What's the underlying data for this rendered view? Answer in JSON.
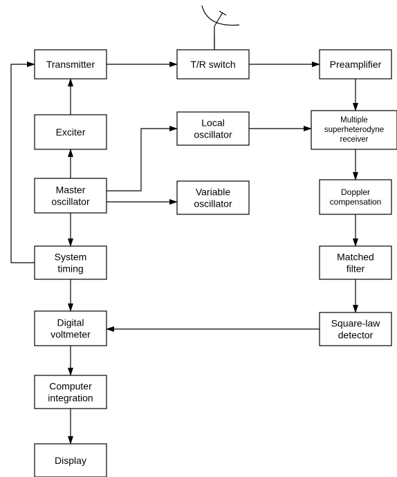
{
  "diagram": {
    "nodes": [
      {
        "id": "transmitter",
        "lines": [
          "Transmitter"
        ]
      },
      {
        "id": "tr-switch",
        "lines": [
          "T/R switch"
        ]
      },
      {
        "id": "preamplifier",
        "lines": [
          "Preamplifier"
        ]
      },
      {
        "id": "exciter",
        "lines": [
          "Exciter"
        ]
      },
      {
        "id": "local-oscillator",
        "lines": [
          "Local",
          "oscillator"
        ]
      },
      {
        "id": "receiver",
        "lines": [
          "Multiple",
          "superheterodyne",
          "receiver"
        ]
      },
      {
        "id": "master-oscillator",
        "lines": [
          "Master",
          "oscillator"
        ]
      },
      {
        "id": "variable-oscillator",
        "lines": [
          "Variable",
          "oscillator"
        ]
      },
      {
        "id": "doppler-compensation",
        "lines": [
          "Doppler",
          "compensation"
        ]
      },
      {
        "id": "system-timing",
        "lines": [
          "System",
          "timing"
        ]
      },
      {
        "id": "matched-filter",
        "lines": [
          "Matched",
          "filter"
        ]
      },
      {
        "id": "digital-voltmeter",
        "lines": [
          "Digital",
          "voltmeter"
        ]
      },
      {
        "id": "square-law-detector",
        "lines": [
          "Square-law",
          "detector"
        ]
      },
      {
        "id": "computer-integration",
        "lines": [
          "Computer",
          "integration"
        ]
      },
      {
        "id": "display",
        "lines": [
          "Display"
        ]
      }
    ],
    "edges": [
      {
        "from": "transmitter",
        "to": "tr-switch"
      },
      {
        "from": "tr-switch",
        "to": "preamplifier"
      },
      {
        "from": "tr-switch",
        "to": "antenna"
      },
      {
        "from": "exciter",
        "to": "transmitter"
      },
      {
        "from": "master-oscillator",
        "to": "exciter"
      },
      {
        "from": "master-oscillator",
        "to": "local-oscillator"
      },
      {
        "from": "master-oscillator",
        "to": "variable-oscillator"
      },
      {
        "from": "master-oscillator",
        "to": "system-timing"
      },
      {
        "from": "system-timing",
        "to": "transmitter"
      },
      {
        "from": "system-timing",
        "to": "digital-voltmeter"
      },
      {
        "from": "local-oscillator",
        "to": "receiver"
      },
      {
        "from": "preamplifier",
        "to": "receiver"
      },
      {
        "from": "receiver",
        "to": "doppler-compensation"
      },
      {
        "from": "doppler-compensation",
        "to": "matched-filter"
      },
      {
        "from": "matched-filter",
        "to": "square-law-detector"
      },
      {
        "from": "square-law-detector",
        "to": "digital-voltmeter"
      },
      {
        "from": "digital-voltmeter",
        "to": "computer-integration"
      },
      {
        "from": "computer-integration",
        "to": "display"
      }
    ],
    "antenna_icon": "dish-antenna-icon"
  }
}
